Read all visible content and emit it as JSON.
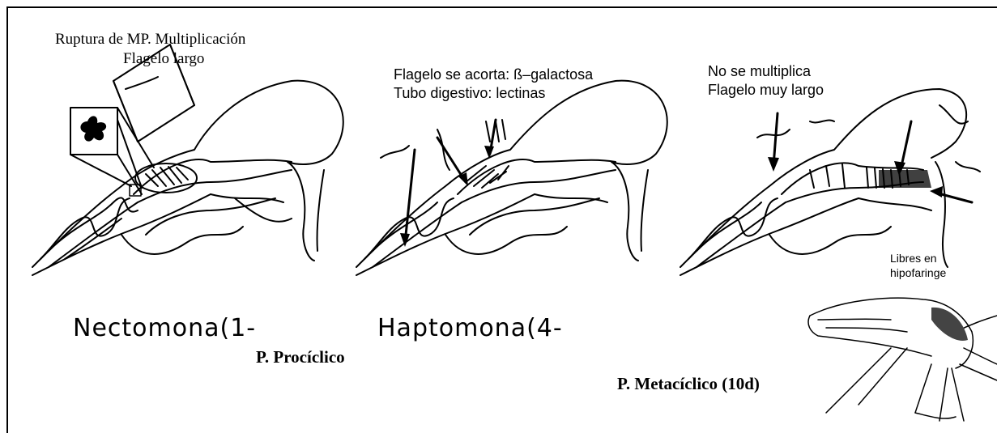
{
  "labels": {
    "stage1_line1": "Ruptura de MP. Multiplicación",
    "stage1_line2": "Flagelo largo",
    "stage2_line1": "Flagelo  se acorta: ß–galactosa",
    "stage2_line2": "Tubo digestivo: lectinas",
    "stage3_line1": "No se multiplica",
    "stage3_line2": "Flagelo muy largo",
    "libres_line1": "Libres en",
    "libres_line2": "hipofaringe",
    "nectomona": "Nectomona(1-",
    "haptomona": "Haptomona(4-",
    "prociclico": "P. Procíclico",
    "metaciclico": "P. Metacíclico (10d)"
  }
}
